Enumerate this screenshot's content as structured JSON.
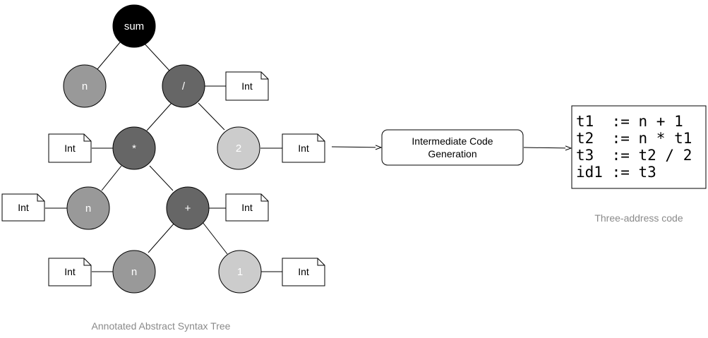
{
  "tree": {
    "caption": "Annotated Abstract Syntax Tree",
    "nodes": {
      "sum": "sum",
      "n_top": "n",
      "div": "/",
      "mul": "*",
      "two": "2",
      "n_mid": "n",
      "plus": "+",
      "n_bottom": "n",
      "one": "1"
    },
    "annotations": {
      "div": "Int",
      "mul": "Int",
      "two": "Int",
      "n_mid": "Int",
      "plus": "Int",
      "n_bottom": "Int",
      "one": "Int"
    }
  },
  "process": {
    "line1": "Intermediate Code",
    "line2": "Generation"
  },
  "code": {
    "lines": [
      "t1  := n + 1",
      "t2  := n * t1",
      "t3  := t2 / 2",
      "id1 := t3"
    ],
    "caption": "Three-address code"
  },
  "colors": {
    "root": "#000000",
    "operator": "#666666",
    "variable": "#999999",
    "literal": "#cccccc",
    "caption": "#8a8a8a"
  }
}
